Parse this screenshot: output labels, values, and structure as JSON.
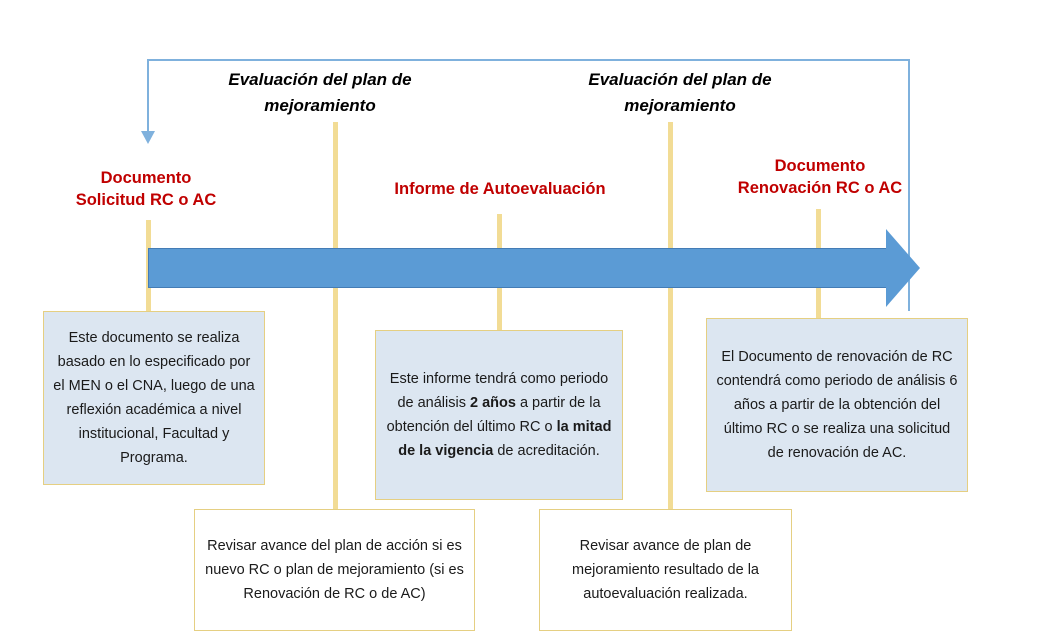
{
  "diagram": {
    "title": "Linea de tiempo proceso RC / AC",
    "colors": {
      "arrow_blue": "#5B9BD5",
      "connector_yellow": "#F2DC95",
      "milestone_red": "#C00000",
      "note_fill": "#DCE6F1",
      "note_border": "#E5CF82",
      "frame_line": "#7FB1DD"
    },
    "phase_labels": [
      {
        "id": "phase-1",
        "line1": "Evaluación del plan de",
        "line2": "mejoramiento"
      },
      {
        "id": "phase-2",
        "line1": "Evaluación del plan de",
        "line2": "mejoramiento"
      }
    ],
    "milestones": [
      {
        "id": "milestone-solicitud",
        "line1": "Documento",
        "line2": "Solicitud RC o AC"
      },
      {
        "id": "milestone-autoevaluacion",
        "line1": "Informe de Autoevaluación",
        "line2": ""
      },
      {
        "id": "milestone-renovacion",
        "line1": "Documento",
        "line2": "Renovación RC o AC"
      }
    ],
    "notes_upper": [
      {
        "id": "note-solicitud",
        "text": "Este documento se realiza basado en lo especificado por el MEN o el CNA, luego de una reflexión académica a nivel institucional, Facultad y Programa."
      },
      {
        "id": "note-autoevaluacion",
        "text_parts": [
          {
            "text": "Este informe tendrá como periodo de análisis ",
            "bold": false
          },
          {
            "text": "2 años",
            "bold": true
          },
          {
            "text": " a partir de la obtención del último RC o ",
            "bold": false
          },
          {
            "text": "la mitad de la vigencia",
            "bold": true
          },
          {
            "text": " de acreditación.",
            "bold": false
          }
        ]
      },
      {
        "id": "note-renovacion",
        "text": "El Documento de renovación de RC contendrá como periodo de análisis 6 años a partir de la obtención del último RC o se realiza una solicitud de renovación de AC."
      }
    ],
    "notes_lower": [
      {
        "id": "note-plan-accion",
        "text": "Revisar avance del plan de acción si es nuevo RC o plan de mejoramiento (si es Renovación de RC o de AC)"
      },
      {
        "id": "note-plan-mejoramiento",
        "text": "Revisar avance de plan de mejoramiento resultado de la autoevaluación realizada."
      }
    ]
  }
}
